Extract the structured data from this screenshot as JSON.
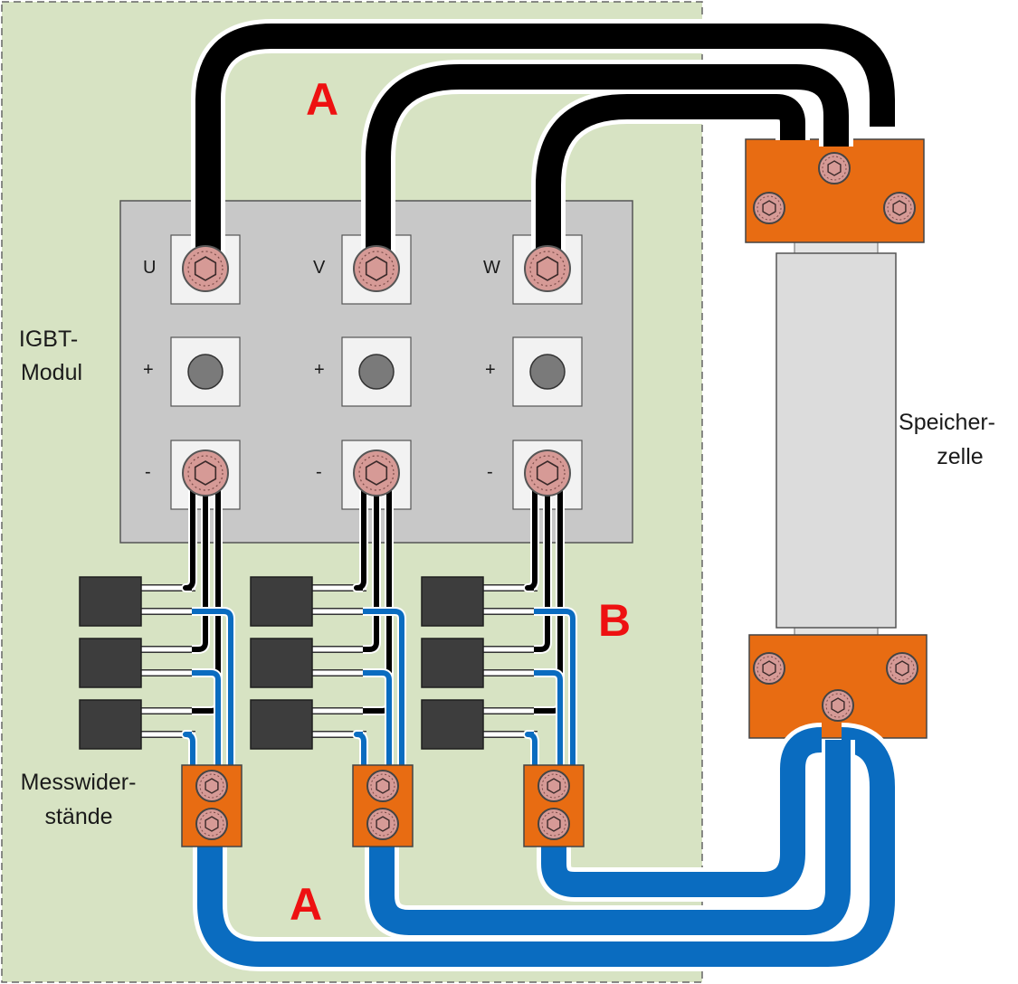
{
  "labels": {
    "igbt_module": [
      "IGBT-",
      "Modul"
    ],
    "storage_cell": [
      "Speicher-",
      "zelle"
    ],
    "shunts": [
      "Messwider-",
      "stände"
    ],
    "top_a": "A",
    "bottom_a": "A",
    "b": "B"
  },
  "terminals": {
    "phases": [
      "U",
      "V",
      "W"
    ],
    "plus": "+",
    "minus": "-"
  },
  "colors": {
    "board": "#d7e3c3",
    "module": "#c8c8c8",
    "copper": "#e86c12",
    "bolt": "#d69a96",
    "cell": "#dcdcdc",
    "cable_black": "#000000",
    "cable_blue": "#0a6cc0",
    "resistor": "#3d3d3d",
    "accent_red": "#ee1111"
  }
}
